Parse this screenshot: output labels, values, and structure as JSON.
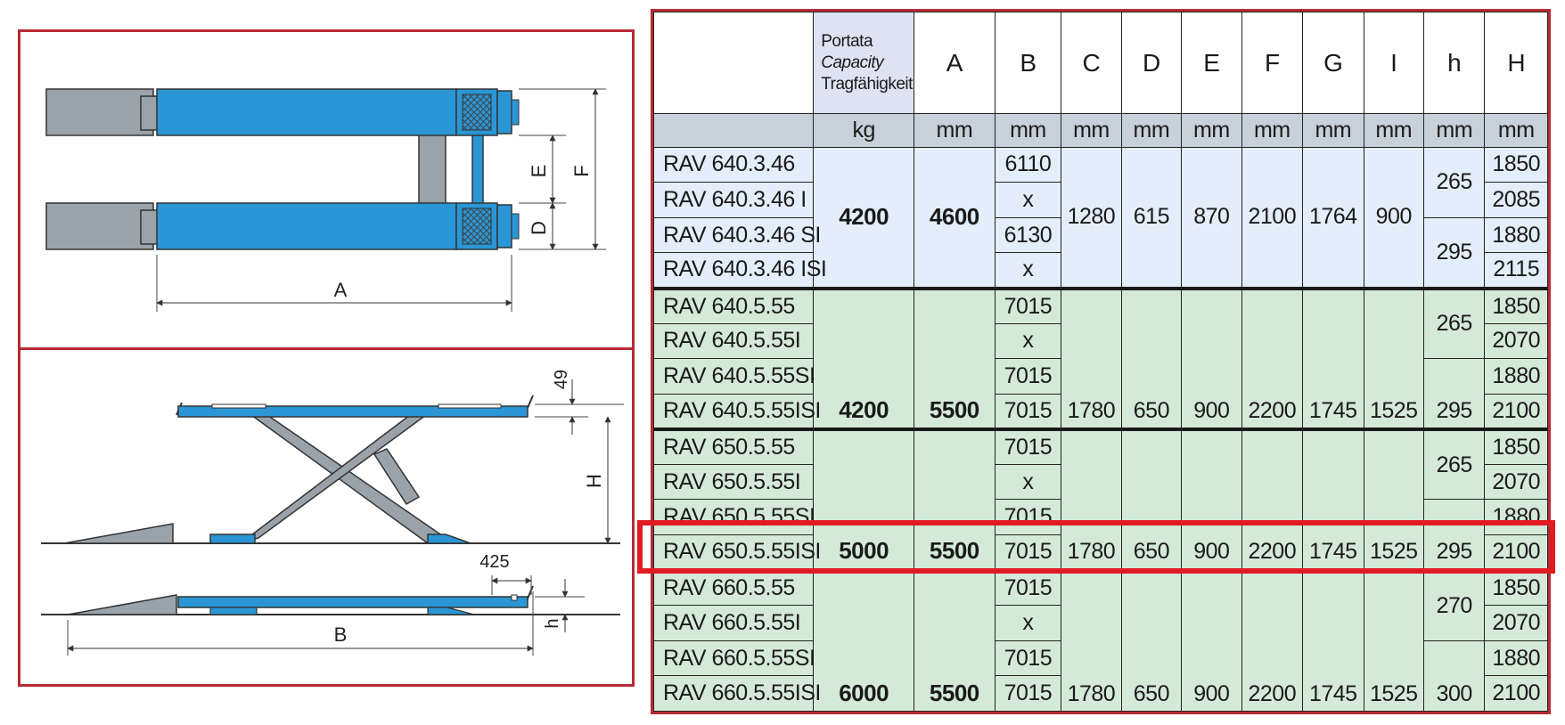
{
  "drawing": {
    "top_view_labels": {
      "A": "A",
      "D": "D",
      "E": "E",
      "F": "F"
    },
    "side_view_labels": {
      "dim_49": "49",
      "H": "H",
      "dim_425": "425",
      "B": "B",
      "h": "h"
    },
    "colors": {
      "frame": "#b72a34",
      "platform_blue": "#2a96d6",
      "ramp_grey": "#9aa2aa"
    }
  },
  "table": {
    "headers": {
      "capacity": [
        "Portata",
        "Capacity",
        "Tragfähigkeit"
      ],
      "cols": [
        "A",
        "B",
        "C",
        "D",
        "E",
        "F",
        "G",
        "I",
        "h",
        "H"
      ]
    },
    "units": [
      "kg",
      "mm",
      "mm",
      "mm",
      "mm",
      "mm",
      "mm",
      "mm",
      "mm",
      "mm",
      "mm"
    ],
    "group1": {
      "models": [
        "RAV 640.3.46",
        "RAV 640.3.46 I",
        "RAV 640.3.46 SI",
        "RAV 640.3.46 ISI"
      ],
      "capacity": "4200",
      "A": "4600",
      "B": [
        "6110",
        "x",
        "6130",
        "x"
      ],
      "C": "1280",
      "D": "615",
      "E": "870",
      "F": "2100",
      "G": "1764",
      "I": "900",
      "h": [
        "265",
        "295"
      ],
      "H": [
        "1850",
        "2085",
        "1880",
        "2115"
      ]
    },
    "group2": {
      "models": [
        "RAV 640.5.55",
        "RAV 640.5.55I",
        "RAV 640.5.55SI",
        "RAV 640.5.55ISI"
      ],
      "capacity": "4200",
      "A": "5500",
      "B": [
        "7015",
        "x",
        "7015",
        "7015"
      ],
      "C": "1780",
      "D": "650",
      "E": "900",
      "F": "2200",
      "G": "1745",
      "I": "1525",
      "h": [
        "265",
        "295"
      ],
      "H": [
        "1850",
        "2070",
        "1880",
        "2100"
      ]
    },
    "group3": {
      "models": [
        "RAV 650.5.55",
        "RAV 650.5.55I",
        "RAV 650.5.55SI",
        "RAV 650.5.55ISI"
      ],
      "capacity": "5000",
      "A": "5500",
      "B": [
        "7015",
        "x",
        "7015",
        "7015"
      ],
      "C": "1780",
      "D": "650",
      "E": "900",
      "F": "2200",
      "G": "1745",
      "I": "1525",
      "h": [
        "265",
        "295"
      ],
      "H": [
        "1850",
        "2070",
        "1880",
        "2100"
      ]
    },
    "group4": {
      "models": [
        "RAV 660.5.55",
        "RAV 660.5.55I",
        "RAV 660.5.55SI",
        "RAV 660.5.55ISI"
      ],
      "capacity": "6000",
      "A": "5500",
      "B": [
        "7015",
        "x",
        "7015",
        "7015"
      ],
      "C": "1780",
      "D": "650",
      "E": "900",
      "F": "2200",
      "G": "1745",
      "I": "1525",
      "h": [
        "270",
        "300"
      ],
      "H": [
        "1850",
        "2070",
        "1880",
        "2100"
      ]
    },
    "highlight_color": "#e21b23"
  }
}
